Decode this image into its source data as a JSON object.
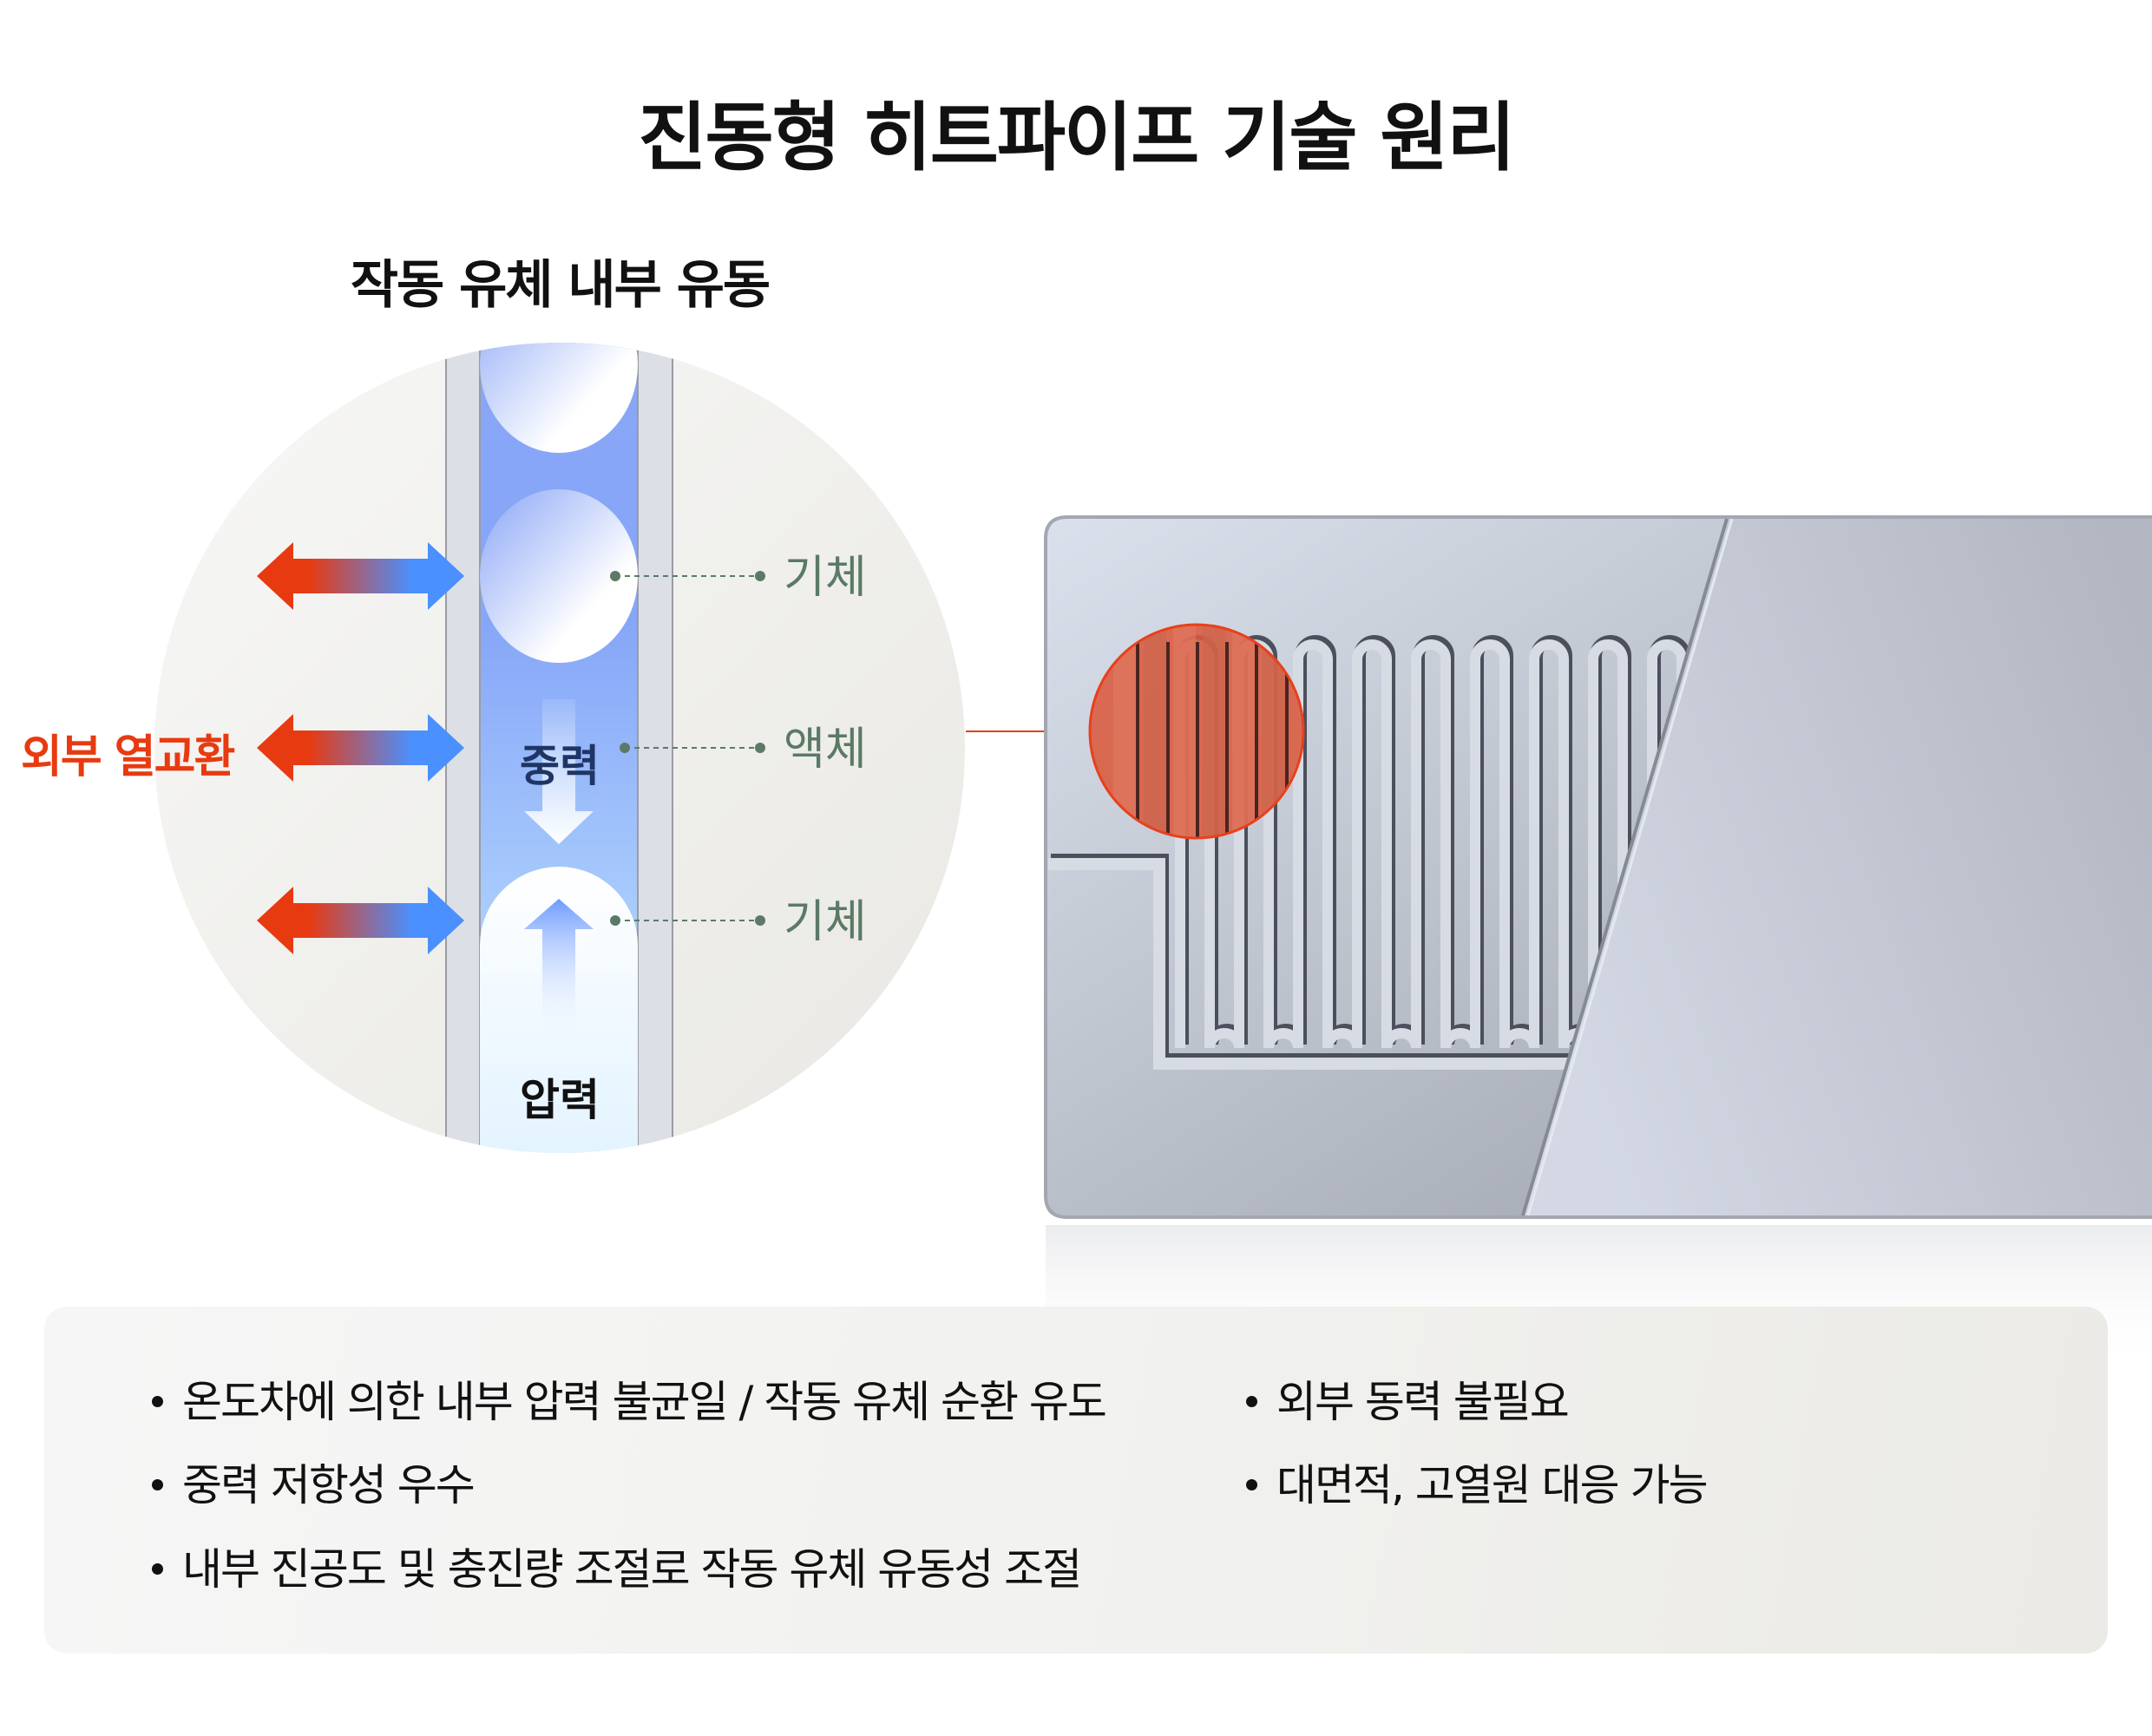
{
  "title": "진동형 히트파이프 기술 원리",
  "diagram": {
    "subtitle": "작동 유체 내부 유동",
    "external_label": "외부 열교환",
    "gas_label_top": "기체",
    "liquid_label": "액체",
    "gas_label_bottom": "기체",
    "gravity_label": "중력",
    "pressure_label": "압력",
    "colors": {
      "heat_red": "#e83a10",
      "cool_blue": "#4a90ff",
      "tube_fluid": "#86a6f8",
      "label_green": "#5b7a66"
    }
  },
  "features": {
    "left": [
      "온도차에 의한 내부 압력 불균일 / 작동 유체 순환 유도",
      "중력 저항성 우수",
      "내부 진공도 및 충진량 조절로 작동 유체 유동성 조절"
    ],
    "right": [
      "외부 동력 불필요",
      "대면적, 고열원 대응 가능"
    ]
  }
}
